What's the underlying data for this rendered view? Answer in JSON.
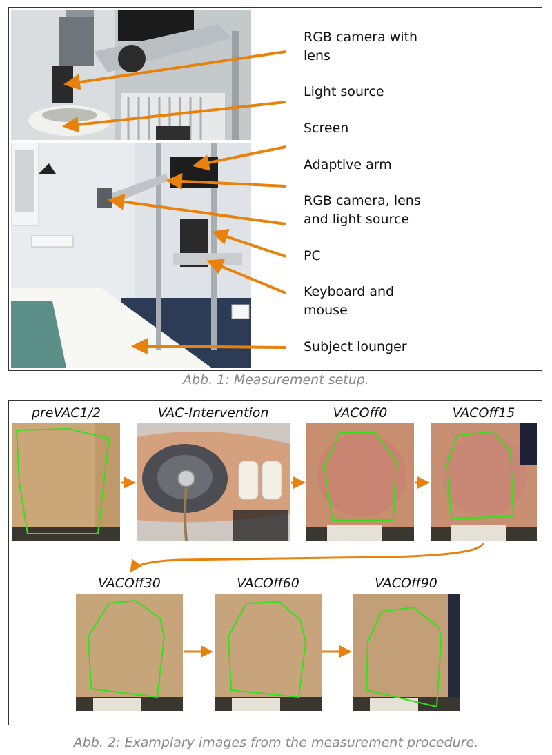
{
  "figure1": {
    "labels": [
      "RGB camera with\nlens",
      "Light source",
      "Screen",
      "Adaptive arm",
      "RGB camera, lens\nand light source",
      "PC",
      "Keyboard and\nmouse",
      "Subject lounger"
    ],
    "caption": "Abb. 1: Measurement setup."
  },
  "figure2": {
    "panels": [
      "preVAC1/2",
      "VAC-Intervention",
      "VACOff0",
      "VACOff15",
      "VACOff30",
      "VACOff60",
      "VACOff90"
    ],
    "caption": "Abb. 2: Examplary images from the measurement procedure."
  },
  "colors": {
    "arrow": "#e8820c",
    "roi_outline": "#33e01a",
    "skin": "#c9a77b",
    "caption_text": "#888888"
  }
}
